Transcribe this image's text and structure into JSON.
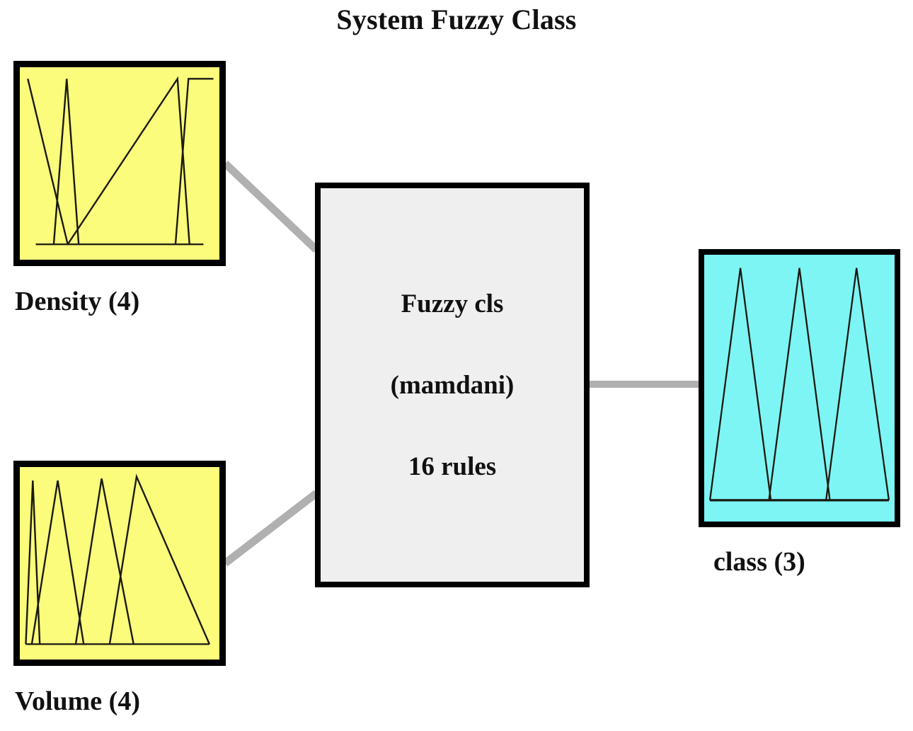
{
  "title": "System Fuzzy Class",
  "colors": {
    "input_fill": "#fbfb7c",
    "output_fill": "#7df5f5",
    "system_fill": "#efefef",
    "border": "#000000",
    "connector": "#b0b0b0",
    "curve": "#1a1a10",
    "text": "#111111",
    "page_background": "#ffffff"
  },
  "inputs": [
    {
      "id": "density",
      "caption": "Density (4)",
      "mf_count": 4,
      "fill": "#fbfb7c"
    },
    {
      "id": "volume",
      "caption": "Volume (4)",
      "mf_count": 4,
      "fill": "#fbfb7c"
    }
  ],
  "system": {
    "name": "Fuzzy cls",
    "type": "(mamdani)",
    "rules": "16 rules",
    "fill": "#efefef"
  },
  "outputs": [
    {
      "id": "class",
      "caption": "class (3)",
      "mf_count": 3,
      "fill": "#7df5f5"
    }
  ],
  "connectors": [
    {
      "from": "density",
      "to": "system"
    },
    {
      "from": "volume",
      "to": "system"
    },
    {
      "from": "system",
      "to": "class"
    }
  ],
  "chart_data": [
    {
      "id": "density-mf-plot",
      "type": "line",
      "title": "Density (4)",
      "xlabel": "",
      "ylabel": "",
      "xlim": [
        0,
        1
      ],
      "ylim": [
        0,
        1
      ],
      "grid": false,
      "legend": "none",
      "series": [
        {
          "name": "mf1",
          "x": [
            0.0,
            0.24,
            0.3
          ],
          "y": [
            1.0,
            0.0,
            0.0
          ]
        },
        {
          "name": "mf2",
          "x": [
            0.17,
            0.23,
            0.29
          ],
          "y": [
            0.0,
            1.0,
            0.0
          ]
        },
        {
          "name": "mf3",
          "x": [
            0.24,
            0.8,
            0.86
          ],
          "y": [
            0.0,
            1.0,
            0.0
          ]
        },
        {
          "name": "mf4",
          "x": [
            0.78,
            0.84,
            1.0
          ],
          "y": [
            0.0,
            1.0,
            1.0
          ]
        }
      ],
      "baseline_y": 0
    },
    {
      "id": "volume-mf-plot",
      "type": "line",
      "title": "Volume (4)",
      "xlabel": "",
      "ylabel": "",
      "xlim": [
        0,
        1
      ],
      "ylim": [
        0,
        1
      ],
      "grid": false,
      "legend": "none",
      "series": [
        {
          "name": "mf1",
          "x": [
            0.0,
            0.05,
            0.1
          ],
          "y": [
            0.0,
            1.0,
            0.0
          ]
        },
        {
          "name": "mf2",
          "x": [
            0.02,
            0.15,
            0.28
          ],
          "y": [
            0.0,
            1.0,
            0.0
          ]
        },
        {
          "name": "mf3",
          "x": [
            0.25,
            0.4,
            0.56
          ],
          "y": [
            0.0,
            1.0,
            0.0
          ]
        },
        {
          "name": "mf4",
          "x": [
            0.43,
            0.58,
            1.0
          ],
          "y": [
            0.0,
            1.0,
            0.0
          ]
        }
      ],
      "baseline_y": 0
    },
    {
      "id": "class-mf-plot",
      "type": "line",
      "title": "class (3)",
      "xlabel": "",
      "ylabel": "",
      "xlim": [
        0,
        1
      ],
      "ylim": [
        0,
        1
      ],
      "grid": false,
      "legend": "none",
      "series": [
        {
          "name": "mf1",
          "x": [
            0.02,
            0.18,
            0.34
          ],
          "y": [
            0.0,
            1.0,
            0.0
          ]
        },
        {
          "name": "mf2",
          "x": [
            0.33,
            0.49,
            0.64
          ],
          "y": [
            0.0,
            1.0,
            0.0
          ]
        },
        {
          "name": "mf3",
          "x": [
            0.63,
            0.79,
            0.99
          ],
          "y": [
            0.0,
            1.0,
            0.0
          ]
        }
      ],
      "baseline_y": 0
    }
  ]
}
